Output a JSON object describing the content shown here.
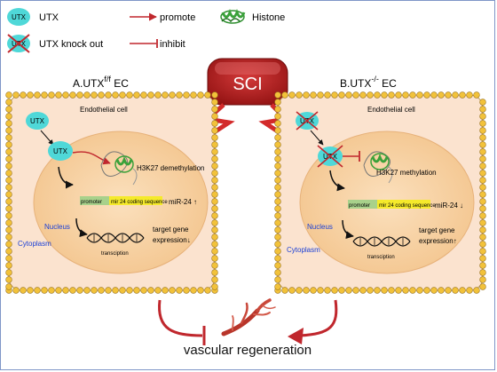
{
  "legend": {
    "utx": "UTX",
    "utx_knockout": "UTX knock out",
    "promote": "promote",
    "inhibit": "inhibit",
    "histone": "Histone"
  },
  "center": {
    "sci": "SCI",
    "outcome": "vascular regeneration"
  },
  "panel_a": {
    "title_main": "A.UTX",
    "title_sup": "f/f",
    "title_tail": " EC",
    "cell_label": "Endothelial cell",
    "utx_outer": "UTX",
    "utx_inner": "UTX",
    "mechanism": "H3K27 demethylation",
    "promoter": "promoter",
    "coding": "mir 24 coding sequence",
    "mirna": "miR-24 ↑",
    "nucleus": "Nucleus",
    "cytoplasm": "Cytoplasm",
    "target1": "target gene",
    "target2": "expression↓",
    "transcription": "transciption"
  },
  "panel_b": {
    "title_main": "B.UTX",
    "title_sup": "-/-",
    "title_tail": " EC",
    "cell_label": "Endothelial cell",
    "mechanism": "H3K27 methylation",
    "promoter": "promoter",
    "coding": "mir 24 coding sequence",
    "mirna": "miR-24 ↓",
    "nucleus": "Nucleus",
    "cytoplasm": "Cytoplasm",
    "target1": "target gene",
    "target2": "expression↑",
    "transcription": "transciption"
  },
  "colors": {
    "promote_arrow": "#c0272d",
    "utx_fill": "#4fd8d8",
    "histone": "#3aa13a",
    "sci_fill": "#b91c1c",
    "cell_fill": "#fbe3cf",
    "nucleus_fill": "#f7cf9e",
    "bead": "#f2c23a",
    "coding_highlight": "#f5ea2b",
    "promoter_fill": "#a8d18b",
    "label_blue": "#1a3fd6"
  }
}
